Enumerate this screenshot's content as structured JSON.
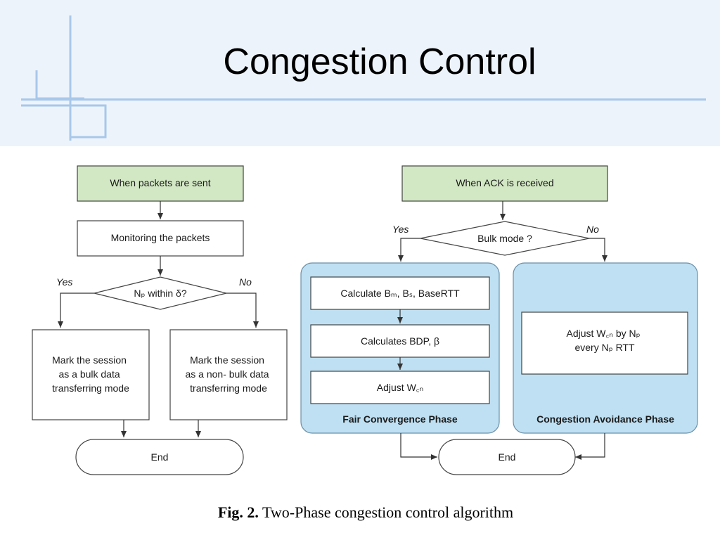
{
  "slide": {
    "title": "Congestion Control"
  },
  "left_flow": {
    "start": "When packets are sent",
    "monitor": "Monitoring the packets",
    "decision": "Nₚ within δ?",
    "yes_label": "Yes",
    "no_label": "No",
    "bulk_box": [
      "Mark the session",
      "as a bulk data",
      "transferring mode"
    ],
    "nonbulk_box": [
      "Mark the session",
      "as a non- bulk data",
      "transferring mode"
    ],
    "end": "End"
  },
  "right_flow": {
    "start": "When ACK is received",
    "decision": "Bulk mode ?",
    "yes_label": "Yes",
    "no_label": "No",
    "fair_phase": {
      "title": "Fair Convergence Phase",
      "steps": [
        "Calculate Bₘ, Bₛ, BaseRTT",
        "Calculates BDP, β",
        "Adjust W꜀ₙ"
      ]
    },
    "avoid_phase": {
      "title": "Congestion Avoidance Phase",
      "step": [
        "Adjust W꜀ₙ by Nₚ",
        "every Nₚ RTT"
      ]
    },
    "end": "End"
  },
  "caption": {
    "label": "Fig. 2.",
    "text": "Two-Phase congestion control algorithm"
  },
  "colors": {
    "start_fill": "#d2e7c4",
    "phase_fill": "#bfe0f2",
    "header_bg": "#edf3fb",
    "accent_line": "#a8c8ea"
  }
}
